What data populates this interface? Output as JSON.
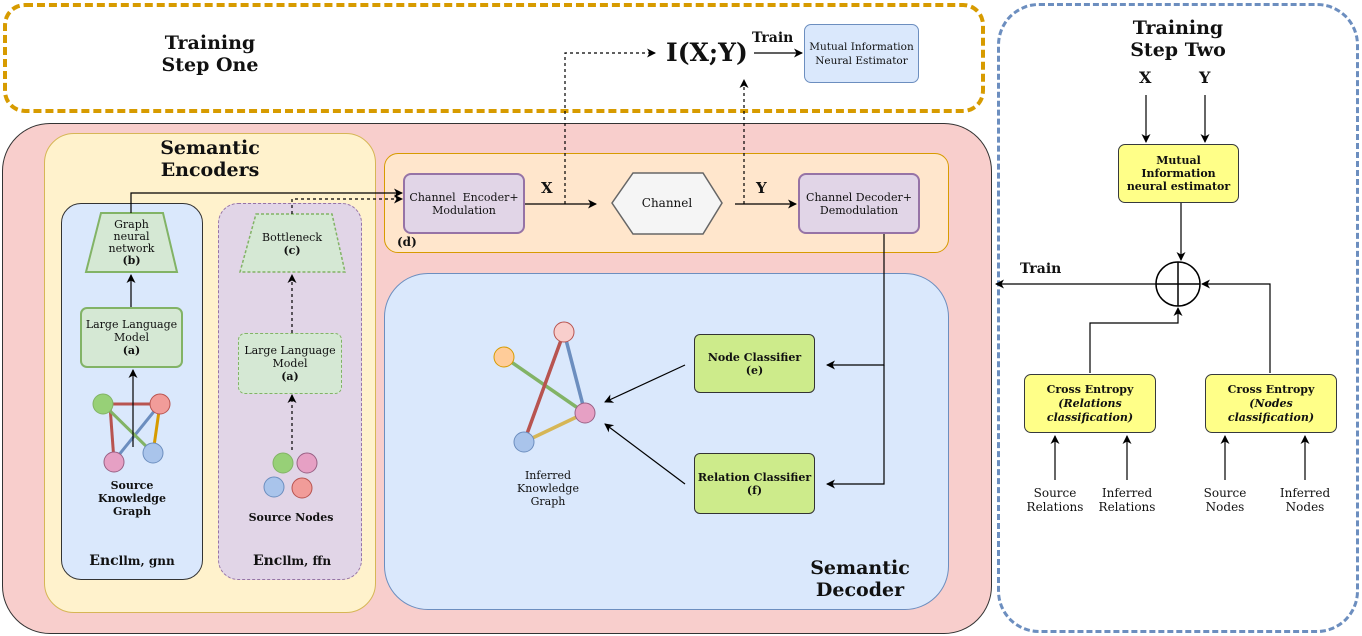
{
  "step_one": {
    "title_line1": "Training",
    "title_line2": "Step One"
  },
  "step_two": {
    "title_line1": "Training",
    "title_line2": "Step Two",
    "x_label": "X",
    "y_label": "Y",
    "train_label": "Train"
  },
  "mine_top": {
    "formula": "I(X;Y)",
    "train_label": "Train",
    "box_line1": "Mutual Information",
    "box_line2": "Neural Estimator"
  },
  "semantic_encoders": {
    "title_line1": "Semantic",
    "title_line2": "Encoders",
    "left_column": {
      "gnn_line1": "Graph",
      "gnn_line2": "neural",
      "gnn_line3": "network",
      "gnn_line4": "(b)",
      "llm_line1": "Large Language",
      "llm_line2": "Model",
      "llm_line3": "(a)",
      "graph_line1": "Source",
      "graph_line2": "Knowledge",
      "graph_line3": "Graph",
      "enc_main": "Enc",
      "enc_sub": "llm, gnn"
    },
    "right_column": {
      "bottleneck_line1": "Bottleneck",
      "bottleneck_line2": "(c)",
      "llm_line1": "Large Language",
      "llm_line2": "Model",
      "llm_line3": "(a)",
      "nodes_label": "Source Nodes",
      "enc_main": "Enc",
      "enc_sub": "llm, ffn"
    }
  },
  "channel_block": {
    "label": "(d)",
    "encoder_line1": "Channel  Encoder+",
    "encoder_line2": "Modulation",
    "x_label": "X",
    "channel_label": "Channel",
    "y_label": "Y",
    "decoder_line1": "Channel Decoder+",
    "decoder_line2": "Demodulation"
  },
  "semantic_decoder": {
    "title_line1": "Semantic",
    "title_line2": "Decoder",
    "node_classifier_line1": "Node Classifier",
    "node_classifier_line2": "(e)",
    "relation_classifier_line1": "Relation Classifier",
    "relation_classifier_line2": "(f)",
    "graph_line1": "Inferred",
    "graph_line2": "Knowledge",
    "graph_line3": "Graph"
  },
  "step_two_boxes": {
    "mine_line1": "Mutual",
    "mine_line2": "Information",
    "mine_line3": "neural estimator",
    "ce_rel_line1": "Cross Entropy",
    "ce_rel_line2": "(Relations",
    "ce_rel_line3": "classification)",
    "ce_nodes_line1": "Cross Entropy",
    "ce_nodes_line2": "(Nodes",
    "ce_nodes_line3": "classification)",
    "src_rel_line1": "Source",
    "src_rel_line2": "Relations",
    "inf_rel_line1": "Inferred",
    "inf_rel_line2": "Relations",
    "src_nodes_line1": "Source",
    "src_nodes_line2": "Nodes",
    "inf_nodes_line1": "Inferred",
    "inf_nodes_line2": "Nodes"
  },
  "colors": {
    "step_one_border": "#d79b00",
    "step_two_border": "#6c8ebf",
    "outer_panel": "#f8cecc",
    "encoders_panel": "#fff2cc",
    "blue_panel": "#dae8fc",
    "purple_panel": "#e1d5e7",
    "green_box": "#d5e8d4",
    "green_border": "#82b366",
    "channel_panel": "#ffe6cc",
    "classifier": "#cdeb8b",
    "yellow_box": "#ffff88"
  }
}
